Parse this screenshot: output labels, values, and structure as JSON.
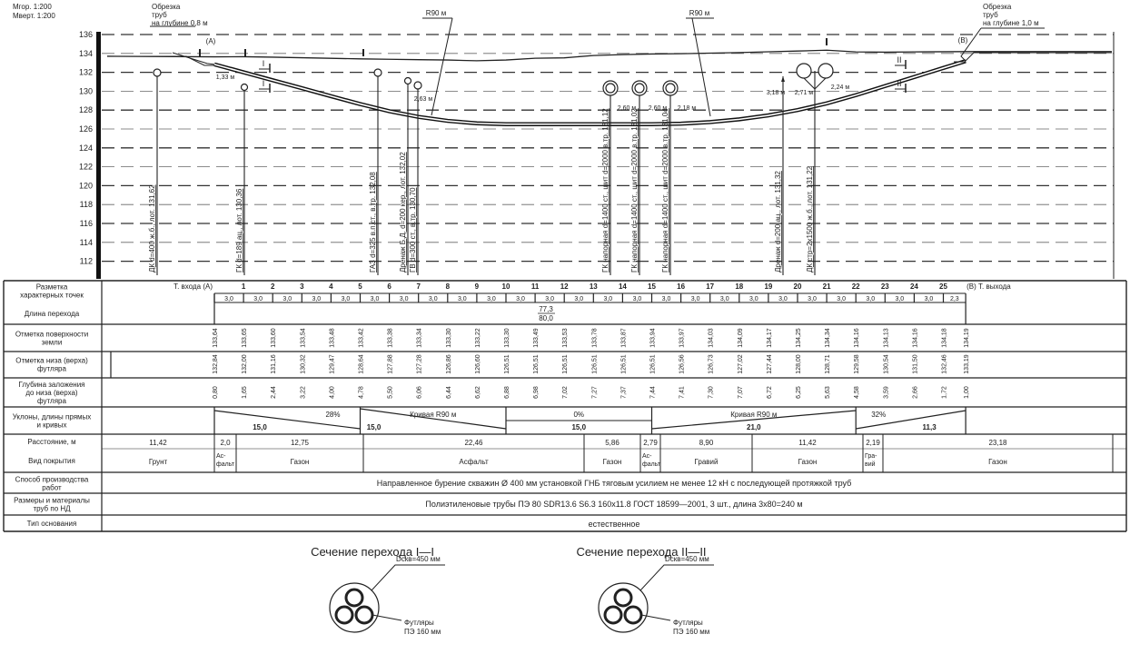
{
  "scale": {
    "horizontal": "Мгор. 1:200",
    "vertical": "Мверт. 1:200"
  },
  "axis_ticks": [
    "136",
    "134",
    "132",
    "130",
    "128",
    "126",
    "124",
    "122",
    "120",
    "118",
    "116",
    "114",
    "112"
  ],
  "annotations": {
    "entry_cut": [
      "Обрезка",
      "труб",
      "на глубине 0,8 м"
    ],
    "entry_point": "(A)",
    "exit_cut": [
      "Обрезка",
      "труб",
      "на глубине 1,0 м"
    ],
    "exit_point": "(B)",
    "radius_left": "R90 м",
    "radius_right": "R90 м",
    "section_I": "I",
    "section_II": "II"
  },
  "dimensions": [
    "1,33 м",
    "2,63 м",
    "2,60 м",
    "2,60 м",
    "2,18 м",
    "3,18 м",
    "2,71 м",
    "2,24 м"
  ],
  "utilities": [
    "ДК d=400 ж.б., лот. 131,62",
    "ГК d=189 ац., лот. 130,36",
    "ГАЗ d=325 в.п.ст., в.тр. 132,08",
    "Дренаж Б.Д. d=200 кер., лот. 132,02",
    "ГВ d=300 ст., в.тр. 130,70",
    "ГК напорная d=1400 ст., шит d=2000 в.тр. 131,12",
    "ГК напорная d=1400 ст., шит d=2000 в.тр. 131,02",
    "ГК напорная d=1400 ст., шит d=2000 в.тр. 131,04",
    "Дренаж d=200 ац., лот. 131,32",
    "ДК стр=2х1500 ж.б., лот. 131,22"
  ],
  "table": {
    "row_labels": {
      "points": [
        "Разметка",
        "характерных точек"
      ],
      "length": "Длина перехода",
      "ground": [
        "Отметка поверхности",
        "земли"
      ],
      "casing": [
        "Отметка низа (верха)",
        "футляра"
      ],
      "depth": [
        "Глубина заложения",
        "до низа (верха)",
        "футляра"
      ],
      "slopes": [
        "Уклоны, длины прямых",
        "и кривых"
      ],
      "distance": "Расстояние, м",
      "cover": "Вид покрытия",
      "method": [
        "Способ производства",
        "работ"
      ],
      "materials": [
        "Размеры и материалы",
        "труб по НД"
      ],
      "base": "Тип основания"
    },
    "points": [
      "Т. входа (А)",
      "1",
      "2",
      "3",
      "4",
      "5",
      "6",
      "7",
      "8",
      "9",
      "10",
      "11",
      "12",
      "13",
      "14",
      "15",
      "16",
      "17",
      "18",
      "19",
      "20",
      "21",
      "22",
      "23",
      "24",
      "25",
      "(В) Т. выхода"
    ],
    "segments": [
      "3,0",
      "3,0",
      "3,0",
      "3,0",
      "3,0",
      "3,0",
      "3,0",
      "3,0",
      "3,0",
      "3,0",
      "3,0",
      "3,0",
      "3,0",
      "3,0",
      "3,0",
      "3,0",
      "3,0",
      "3,0",
      "3,0",
      "3,0",
      "3,0",
      "3,0",
      "3,0",
      "3,0",
      "3,0",
      "2,3"
    ],
    "length": {
      "actual": "77,3",
      "total": "80,0"
    },
    "ground": [
      "133,64",
      "133,65",
      "133,60",
      "133,54",
      "133,48",
      "133,42",
      "133,38",
      "133,34",
      "133,30",
      "133,22",
      "133,30",
      "133,49",
      "133,53",
      "133,78",
      "133,87",
      "133,94",
      "133,97",
      "134,03",
      "134,09",
      "134,17",
      "134,25",
      "134,34",
      "134,16",
      "134,13",
      "134,16",
      "134,18",
      "134,19"
    ],
    "casing": [
      "132,84",
      "132,00",
      "131,16",
      "130,32",
      "129,47",
      "128,64",
      "127,88",
      "127,28",
      "126,86",
      "126,60",
      "126,51",
      "126,51",
      "126,51",
      "126,51",
      "126,51",
      "126,51",
      "126,56",
      "126,73",
      "127,02",
      "127,44",
      "128,00",
      "128,71",
      "129,58",
      "130,54",
      "131,50",
      "132,46",
      "133,19"
    ],
    "depth": [
      "0,80",
      "1,65",
      "2,44",
      "3,22",
      "4,00",
      "4,78",
      "5,50",
      "6,06",
      "6,44",
      "6,62",
      "6,88",
      "6,98",
      "7,02",
      "7,27",
      "7,37",
      "7,44",
      "7,41",
      "7,30",
      "7,07",
      "6,72",
      "6,25",
      "5,63",
      "4,58",
      "3,59",
      "2,66",
      "1,72",
      "1,00"
    ],
    "slopes": [
      {
        "top": "28%",
        "bottom": "15,0"
      },
      {
        "top": "Кривая R90 м",
        "bottom": "15,0"
      },
      {
        "top": "0%",
        "bottom": "15,0"
      },
      {
        "top": "Кривая R90 м",
        "bottom": "21,0"
      },
      {
        "top": "32%",
        "bottom": "11,3"
      }
    ],
    "distance": [
      {
        "value": "11,42",
        "cover": [
          "Грунт"
        ]
      },
      {
        "value": "2,0",
        "cover": [
          "Ас-",
          "фальт"
        ]
      },
      {
        "value": "12,75",
        "cover": [
          "Газон"
        ]
      },
      {
        "value": "22,46",
        "cover": [
          "Асфальт"
        ]
      },
      {
        "value": "5,86",
        "cover": [
          "Газон"
        ]
      },
      {
        "value": "2,79",
        "cover": [
          "Ас-",
          "фальт"
        ]
      },
      {
        "value": "8,90",
        "cover": [
          "Гравий"
        ]
      },
      {
        "value": "11,42",
        "cover": [
          "Газон"
        ]
      },
      {
        "value": "2,19",
        "cover": [
          "Гра-",
          "вий"
        ]
      },
      {
        "value": "23,18",
        "cover": [
          "Газон"
        ]
      }
    ],
    "method": "Направленное бурение скважин Ø 400 мм установкой ГНБ тяговым усилием не менее 12 кН с последующей протяжкой труб",
    "materials": "Полиэтиленовые трубы ПЭ 80 SDR13.6 S6.3 160x11.8 ГОСТ 18599—2001, 3 шт., длина 3х80=240 м",
    "base": "естественное"
  },
  "sections": [
    {
      "title": "Сечение перехода I—I",
      "diameter": "Dскв=450 мм",
      "casing": [
        "Футляры",
        "ПЭ 160 мм"
      ]
    },
    {
      "title": "Сечение перехода II—II",
      "diameter": "Dскв=450 мм",
      "casing": [
        "Футляры",
        "ПЭ 160 мм"
      ]
    }
  ]
}
